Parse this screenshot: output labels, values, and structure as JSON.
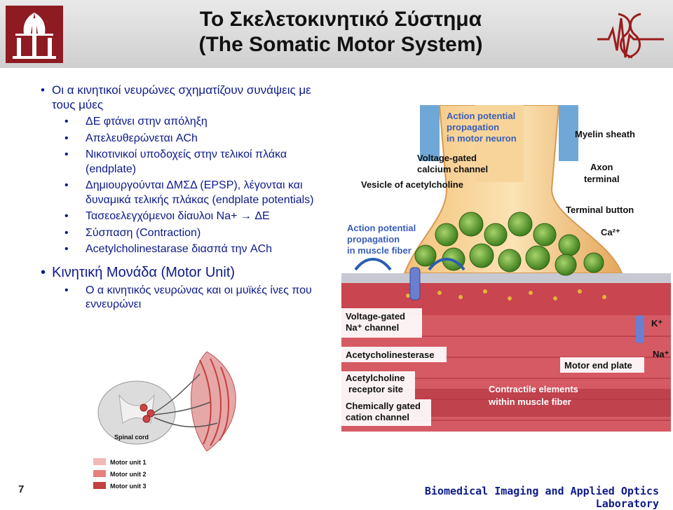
{
  "slide": {
    "title_line1": "Το Σκελετοκινητικό Σύστημα",
    "title_line2": "(The Somatic Motor System)",
    "page_number": "7",
    "footer": "Biomedical Imaging and Applied Optics Laboratory"
  },
  "bullets": [
    {
      "text": "Οι α κινητικοί νευρώνες σχηματίζουν συνάψεις με τους μύες",
      "sub": [
        "ΔΕ φτάνει στην απόληξη",
        "Απελευθερώνεται ACh",
        "Νικοτινικοί υποδοχείς στην τελικοί πλάκα (endplate)",
        "Δημιουργούνται ΔΜΣΔ (EPSP), λέγονται και δυναμικά τελικής πλάκας (endplate potentials)",
        "Τασεοελεγχόμενοι δίαυλοι Na+ → ΔΕ",
        "Σύσπαση (Contraction)",
        "Acetylcholinestarase διασπά την ACh"
      ]
    },
    {
      "text": "Κινητική Μονάδα (Motor Unit)",
      "sub": [
        "Ο α κινητικός νευρώνας και οι μυϊκές ίνες που εννευρώνει"
      ]
    }
  ],
  "synapse_labels": {
    "ap_motor_1": "Action potential",
    "ap_motor_2": "propagation",
    "ap_motor_3": "in motor neuron",
    "myelin": "Myelin sheath",
    "vg_ca_1": "Voltage-gated",
    "vg_ca_2": "calcium channel",
    "axon_1": "Axon",
    "axon_2": "terminal",
    "vesicle": "Vesicle of acetylcholine",
    "terminal_button": "Terminal button",
    "ca": "Ca²⁺",
    "ap_muscle_1": "Action potential",
    "ap_muscle_2": "propagation",
    "ap_muscle_3": "in muscle fiber",
    "vg_na_1": "Voltage-gated",
    "vg_na_2": "Na⁺ channel",
    "k": "K⁺",
    "na": "Na⁺",
    "ache": "Acetycholinesterase",
    "motor_end_plate": "Motor end plate",
    "ach_rec_1": "Acetylcholine",
    "ach_rec_2": "receptor site",
    "contractile_1": "Contractile elements",
    "contractile_2": "within muscle fiber",
    "chem_1": "Chemically gated",
    "chem_2": "cation channel"
  },
  "motor_unit_labels": {
    "spinal_cord": "Spinal cord",
    "legend": [
      "Motor unit 1",
      "Motor unit 2",
      "Motor unit 3"
    ],
    "legend_colors": [
      "#f2b8b8",
      "#e87f7f",
      "#c43f3f"
    ]
  }
}
